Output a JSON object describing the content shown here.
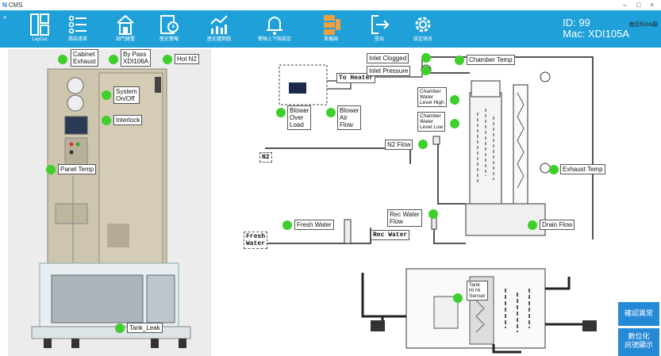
{
  "titlebar": {
    "app_letter": "N",
    "app_name": "CMS",
    "minimize": "–",
    "maximize": "□",
    "close": "×"
  },
  "toolbar": {
    "collapse": "»",
    "tools": [
      {
        "label": "LayOut",
        "icon": "layout-icon"
      },
      {
        "label": "錯誤清單",
        "icon": "list-icon"
      },
      {
        "label": "部門建置",
        "icon": "building-icon"
      },
      {
        "label": "歷史警報",
        "icon": "history-alarm-icon"
      },
      {
        "label": "歷史趨勢圖",
        "icon": "trend-chart-icon"
      },
      {
        "label": "警報上下限設定",
        "icon": "bell-icon"
      },
      {
        "label": "單機調",
        "icon": "server-icon"
      },
      {
        "label": "登出",
        "icon": "logout-icon"
      },
      {
        "label": "設定修改",
        "icon": "gear-icon"
      }
    ],
    "device_id": "ID: 99",
    "device_mac": "Mac: XDI105A",
    "company": "南亞科3A廠"
  },
  "left": {
    "cabinet_exhaust": "Cabinet\nExhaust",
    "by_pass": "By Pass\nXDI106A",
    "hot_n2": "Hot N2",
    "system_onoff": "System\nOn/Off",
    "interlock": "Interlock",
    "panel_temp": "Panel Temp",
    "tank_leak": "Tank_Leak"
  },
  "diagram": {
    "inlet_clogged": "Inlet Clogged",
    "inlet_pressure": "Inlet Pressure",
    "chamber_temp": "Chamber Temp",
    "to_heater": "To Heater",
    "blower_over_load": "Blower\nOver\nLoad",
    "blower_air_flow": "Blower\nAir\nFlow",
    "chamber_water_high": "Chamber\nWater\nLevel High",
    "chamber_water_low": "Chamber\nWater\nLevel Low",
    "n2_flow": "N2 Flow",
    "n2_label": "N2",
    "exhaust_temp": "Exhaust Temp",
    "rec_water_flow": "Rec Water\nFlow",
    "fresh_water": "Fresh Water",
    "drain_flow": "Drain Flow",
    "fresh_water_pipe": "Fresh\nWater",
    "rec_water_pipe": "Rec Water",
    "tank_hihi": "Tank\nHi Hi\nSensor"
  },
  "side_buttons": {
    "confirm": "確認異常",
    "digital": "數位化\n訊號顯示"
  },
  "colors": {
    "toolbar": "#1fa0d8",
    "status_ok": "#3ecf2a",
    "side_button": "#2589d6"
  }
}
